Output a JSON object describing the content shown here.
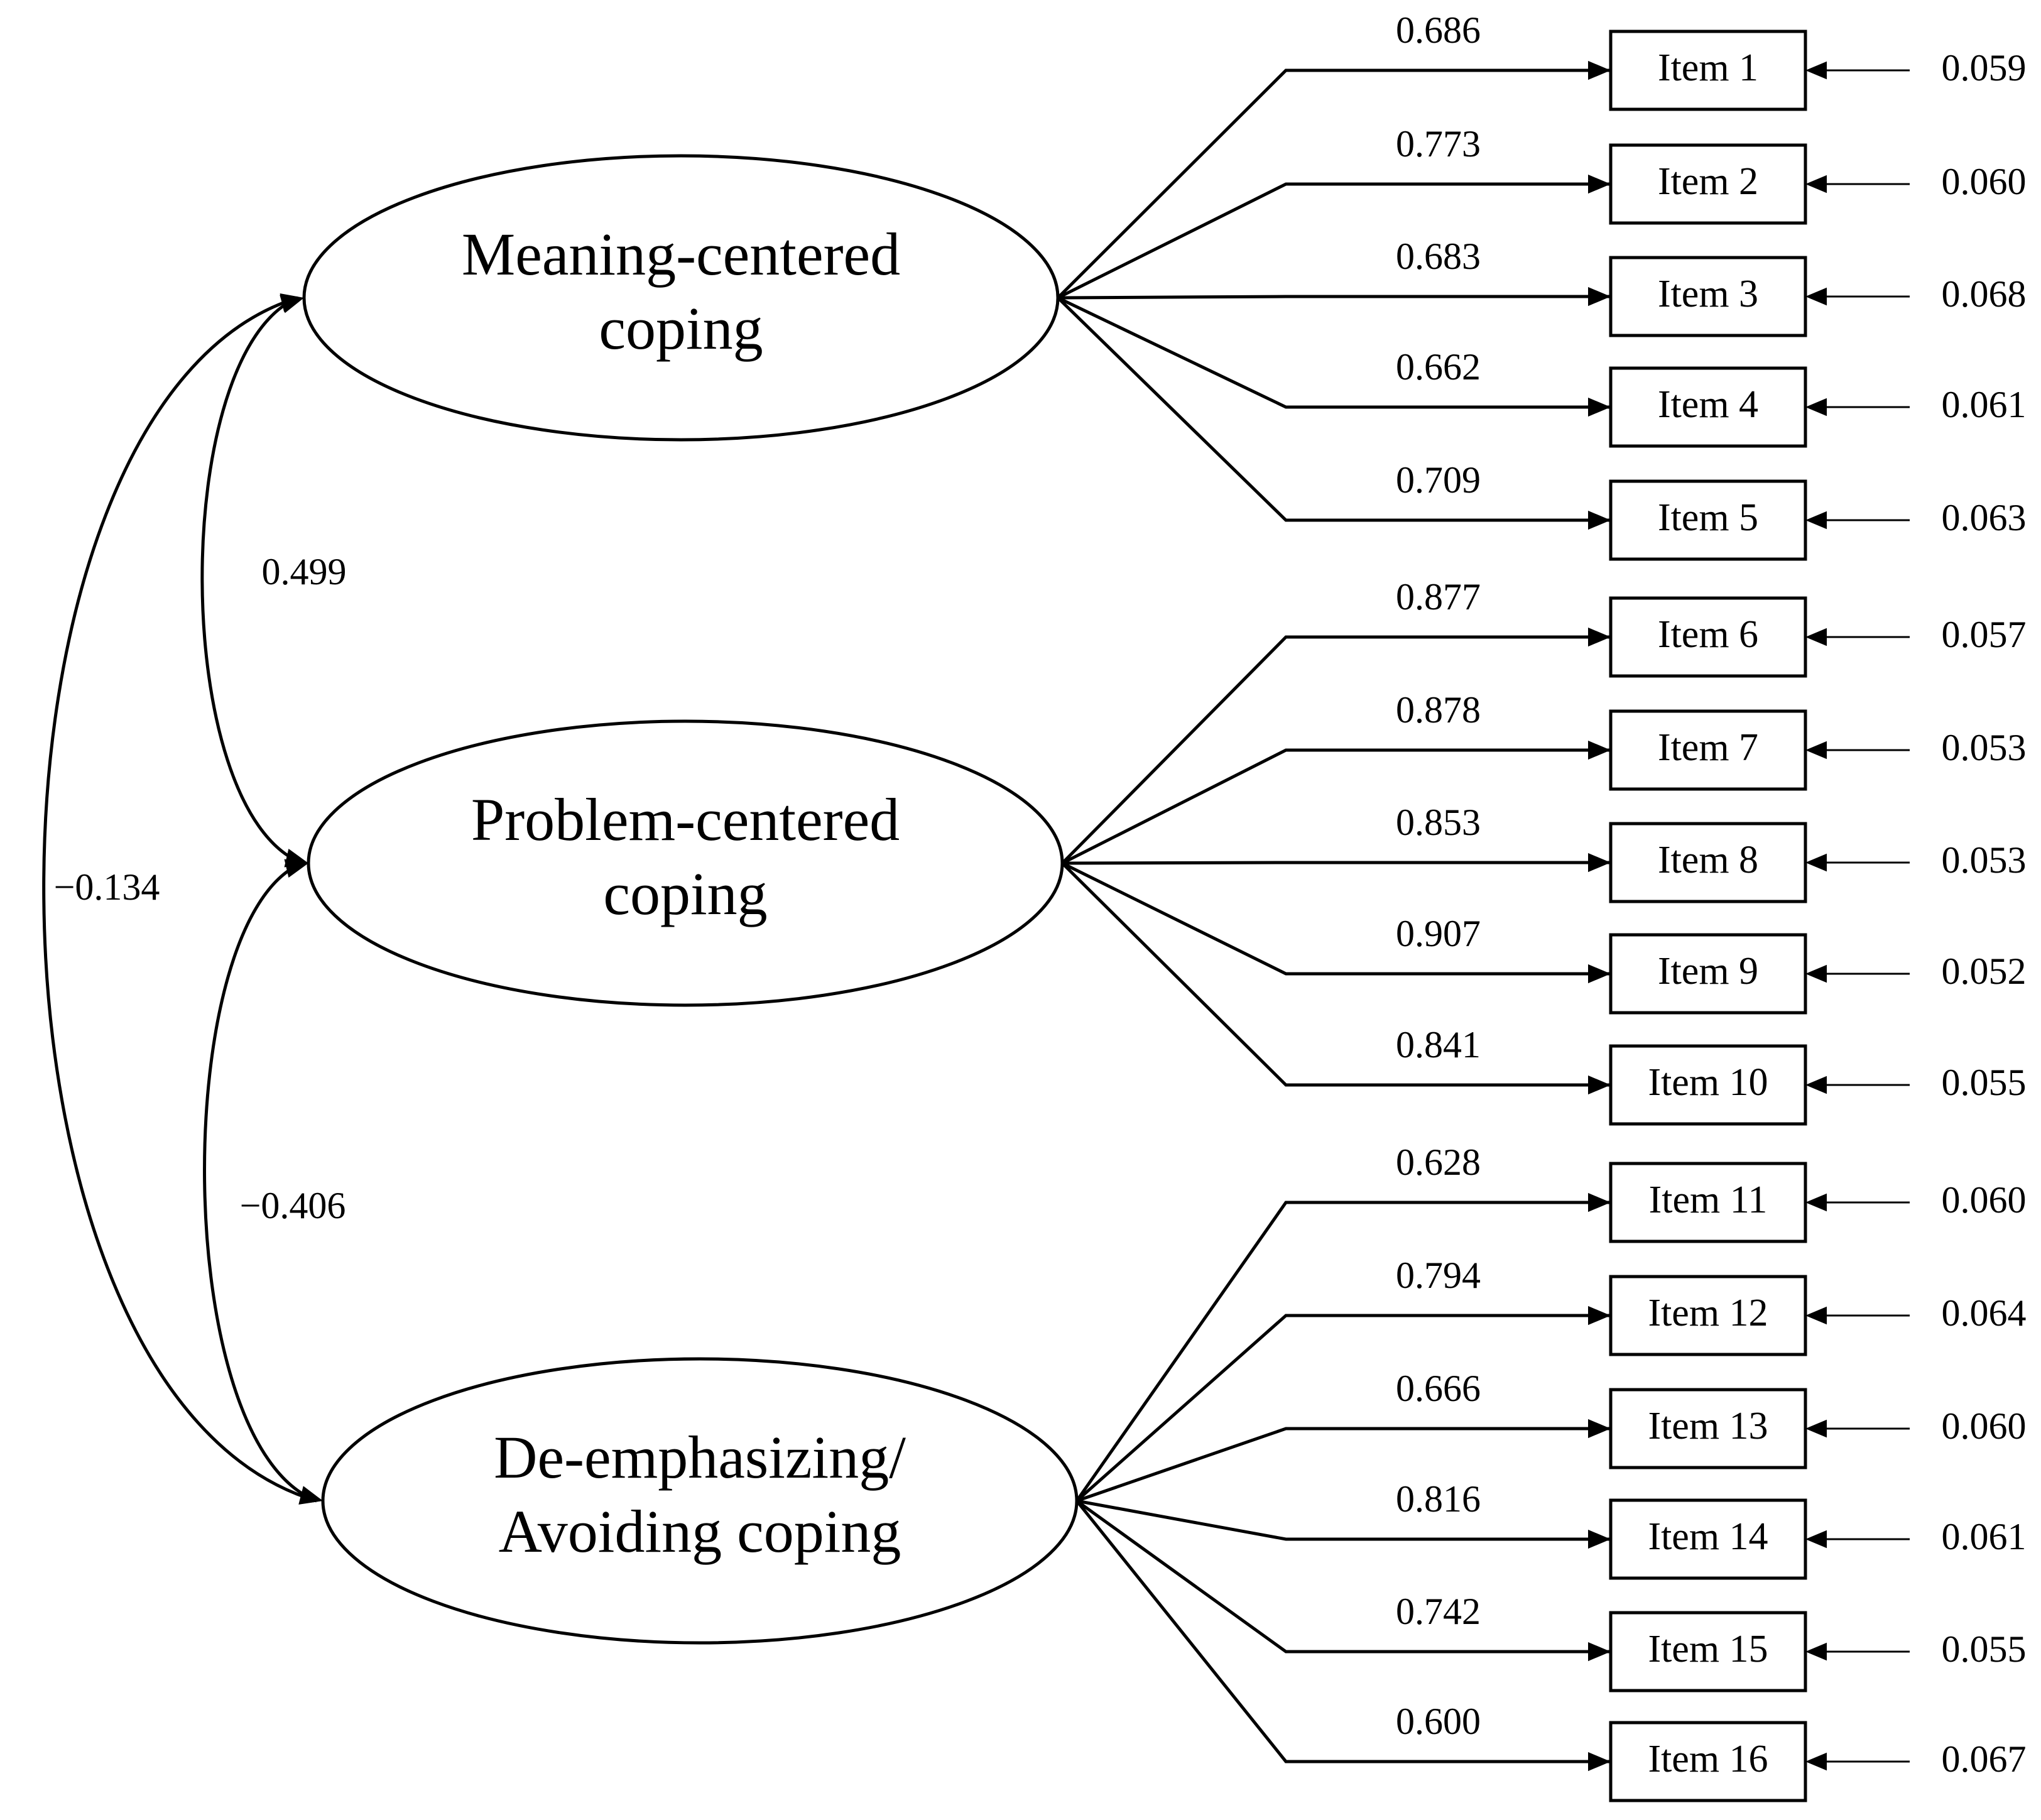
{
  "factors": [
    {
      "lines": [
        "Meaning-centered",
        "coping"
      ],
      "items": [
        {
          "label": "Item 1",
          "loading": "0.686",
          "error": "0.059"
        },
        {
          "label": "Item 2",
          "loading": "0.773",
          "error": "0.060"
        },
        {
          "label": "Item 3",
          "loading": "0.683",
          "error": "0.068"
        },
        {
          "label": "Item 4",
          "loading": "0.662",
          "error": "0.061"
        },
        {
          "label": "Item 5",
          "loading": "0.709",
          "error": "0.063"
        }
      ]
    },
    {
      "lines": [
        "Problem-centered",
        "coping"
      ],
      "items": [
        {
          "label": "Item 6",
          "loading": "0.877",
          "error": "0.057"
        },
        {
          "label": "Item 7",
          "loading": "0.878",
          "error": "0.053"
        },
        {
          "label": "Item 8",
          "loading": "0.853",
          "error": "0.053"
        },
        {
          "label": "Item 9",
          "loading": "0.907",
          "error": "0.052"
        },
        {
          "label": "Item 10",
          "loading": "0.841",
          "error": "0.055"
        }
      ]
    },
    {
      "lines": [
        "De-emphasizing/",
        "Avoiding coping"
      ],
      "items": [
        {
          "label": "Item 11",
          "loading": "0.628",
          "error": "0.060"
        },
        {
          "label": "Item 12",
          "loading": "0.794",
          "error": "0.064"
        },
        {
          "label": "Item 13",
          "loading": "0.666",
          "error": "0.060"
        },
        {
          "label": "Item 14",
          "loading": "0.816",
          "error": "0.061"
        },
        {
          "label": "Item 15",
          "loading": "0.742",
          "error": "0.055"
        },
        {
          "label": "Item 16",
          "loading": "0.600",
          "error": "0.067"
        }
      ]
    }
  ],
  "correlations": [
    {
      "between": [
        0,
        1
      ],
      "value": "0.499"
    },
    {
      "between": [
        1,
        2
      ],
      "value": "−0.406"
    },
    {
      "between": [
        0,
        2
      ],
      "value": "−0.134"
    }
  ]
}
